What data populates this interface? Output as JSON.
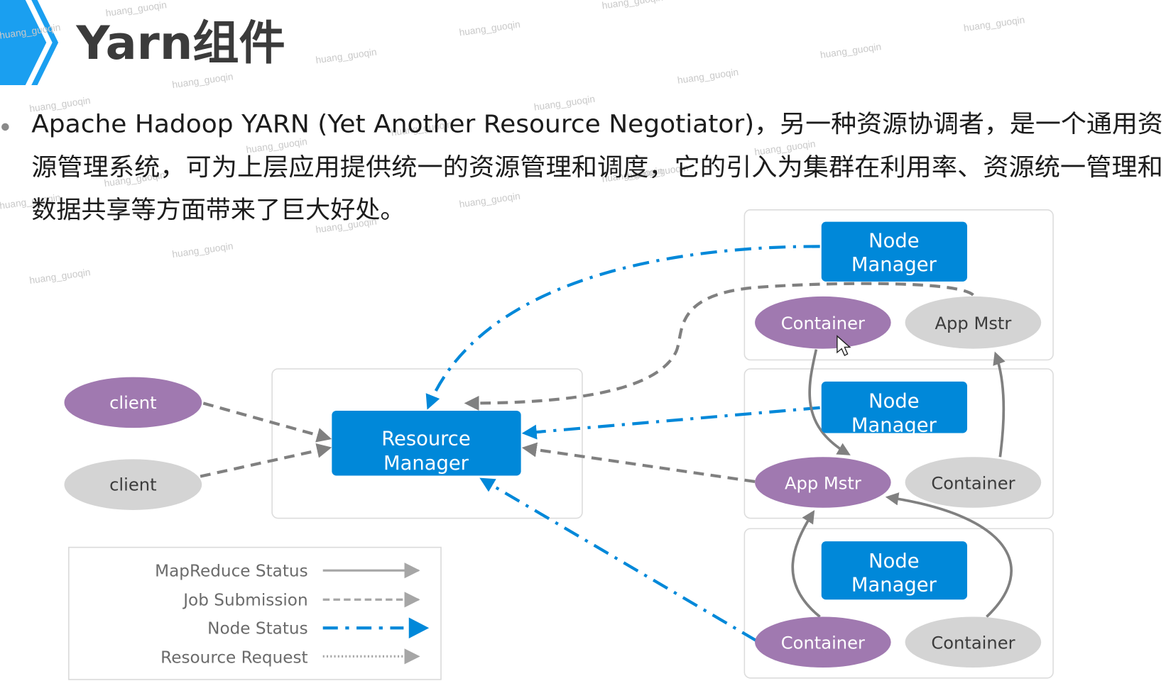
{
  "slide": {
    "title": "Yarn组件",
    "bullet": {
      "lines": [
        "Apache Hadoop YARN (Yet Another Resource Negotiator)，另一种资源协调者，是一个通用资",
        "源管理系统，可为上层应用提供统一的资源管理和调度，它的引入为集群在利用率、资源统一管理和",
        "数据共享等方面带来了巨大好处。"
      ]
    },
    "watermark_text": "huang_guoqin"
  },
  "diagram": {
    "colors": {
      "accent_blue": "#0088d9",
      "purple": "#a079b0",
      "light_gray": "#d4d4d4",
      "arrow_gray": "#808080",
      "box_border": "#dcdcdc",
      "brand_chevron": "#1a9ff0"
    },
    "clients": [
      {
        "label": "client",
        "style": "purple"
      },
      {
        "label": "client",
        "style": "gray"
      }
    ],
    "resource_manager": {
      "line1": "Resource",
      "line2": "Manager"
    },
    "nodes": [
      {
        "manager": {
          "line1": "Node",
          "line2": "Manager"
        },
        "left": {
          "label": "Container",
          "style": "purple"
        },
        "right": {
          "label": "App Mstr",
          "style": "gray"
        }
      },
      {
        "manager": {
          "line1": "Node",
          "line2": "Manager"
        },
        "left": {
          "label": "App Mstr",
          "style": "purple"
        },
        "right": {
          "label": "Container",
          "style": "gray"
        }
      },
      {
        "manager": {
          "line1": "Node",
          "line2": "Manager"
        },
        "left": {
          "label": "Container",
          "style": "purple"
        },
        "right": {
          "label": "Container",
          "style": "gray"
        }
      }
    ],
    "legend": [
      {
        "label": "MapReduce Status",
        "style": "solid-gray"
      },
      {
        "label": "Job Submission",
        "style": "dashed-gray"
      },
      {
        "label": "Node Status",
        "style": "dashdot-blue"
      },
      {
        "label": "Resource Request",
        "style": "dotted-gray"
      }
    ]
  }
}
